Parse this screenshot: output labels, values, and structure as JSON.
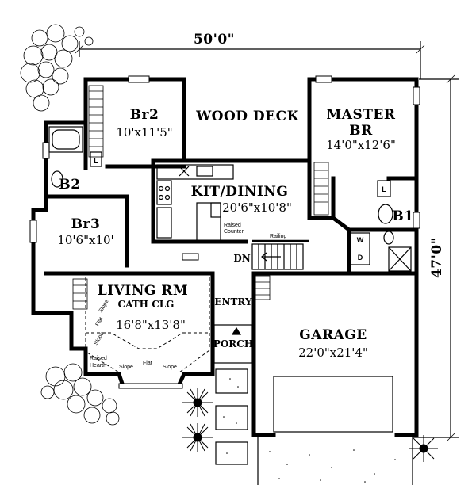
{
  "overall": {
    "width_label": "50'0\"",
    "depth_label": "47'0\""
  },
  "rooms": {
    "br2": {
      "name": "Br2",
      "size": "10'x11'5\""
    },
    "wood_deck": {
      "name": "WOOD DECK"
    },
    "master": {
      "name_line1": "MASTER",
      "name_line2": "BR",
      "size": "14'0\"x12'6\""
    },
    "kitchen": {
      "name": "KIT/DINING",
      "size": "20'6\"x10'8\"",
      "note_line1": "Raised",
      "note_line2": "Counter"
    },
    "br3": {
      "name": "Br3",
      "size": "10'6\"x10'"
    },
    "bath2": {
      "name": "B2"
    },
    "bath1": {
      "name": "B1"
    },
    "living": {
      "name": "LIVING RM",
      "ceiling": "CATH CLG",
      "size": "16'8\"x13'8\""
    },
    "garage": {
      "name": "GARAGE",
      "size": "22'0\"x21'4\""
    },
    "entry": {
      "name": "ENTRY"
    },
    "porch": {
      "name": "PORCH"
    }
  },
  "labels": {
    "dn": "DN",
    "railing": "Railing",
    "wd_w": "W",
    "wd_d": "D",
    "linen": "L",
    "raised_line1": "Raised",
    "raised_line2": "Hearth",
    "slope": "Slope",
    "flat": "Flat"
  }
}
